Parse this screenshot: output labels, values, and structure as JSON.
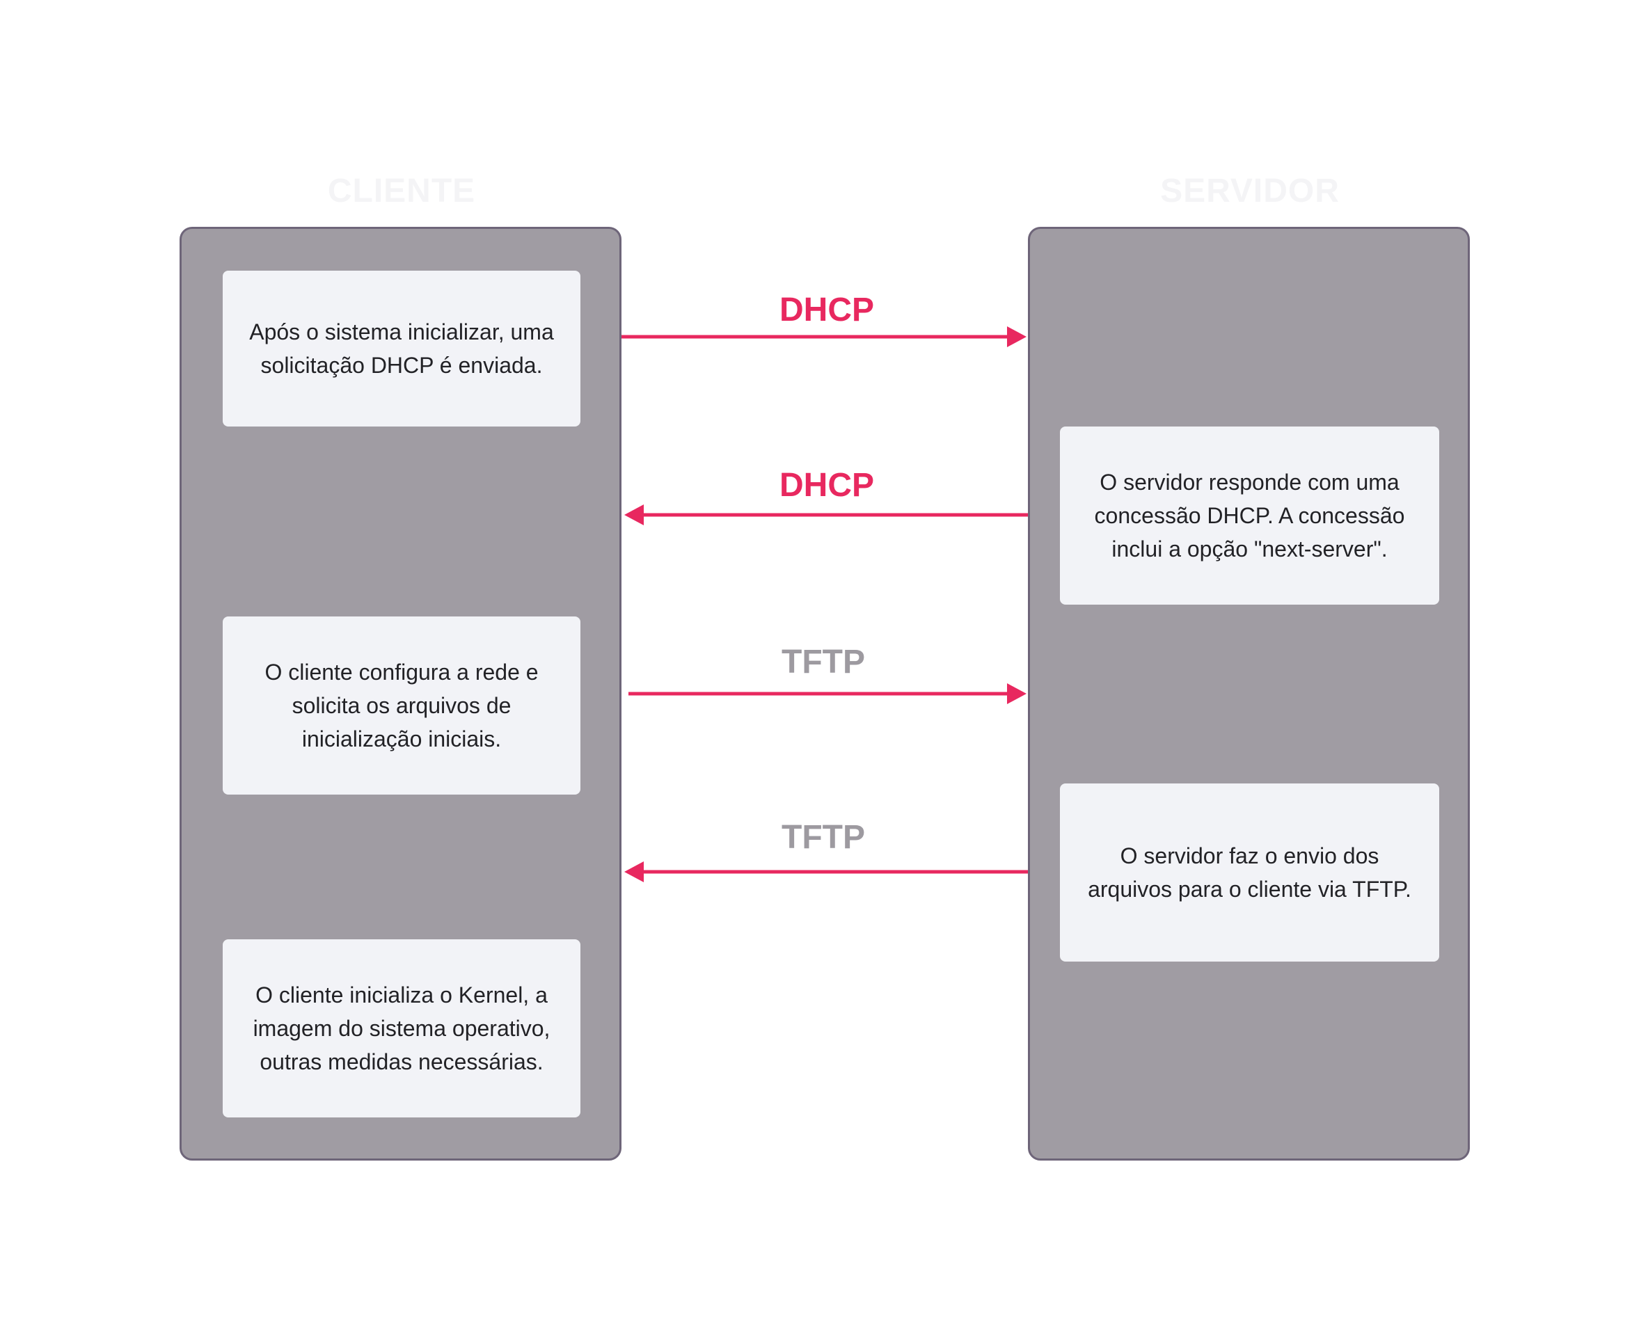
{
  "lanes": {
    "client": {
      "title": "CLIENTE"
    },
    "server": {
      "title": "SERVIDOR"
    }
  },
  "steps": [
    {
      "text": "Após o sistema inicializar, uma solicitação DHCP é enviada."
    },
    {
      "text": "O servidor responde com uma concessão DHCP. A concessão inclui a opção \"next-server\"."
    },
    {
      "text": "O cliente configura a rede e solicita os arquivos de inicialização iniciais."
    },
    {
      "text": "O servidor faz o envio dos arquivos para o cliente via TFTP."
    },
    {
      "text": "O cliente inicializa o Kernel, a imagem do sistema operativo, outras medidas necessárias."
    }
  ],
  "messages": [
    {
      "label": "DHCP",
      "from": "client",
      "to": "server",
      "label_color": "#e8285f"
    },
    {
      "label": "DHCP",
      "from": "server",
      "to": "client",
      "label_color": "#e8285f"
    },
    {
      "label": "TFTP",
      "from": "client",
      "to": "server",
      "label_color": "#9d9aa0"
    },
    {
      "label": "TFTP",
      "from": "server",
      "to": "client",
      "label_color": "#9d9aa0"
    }
  ],
  "colors": {
    "arrow": "#e8285f",
    "lane_fill": "#a09ca3",
    "lane_border": "#6e6579",
    "step_fill": "#f2f3f7"
  }
}
